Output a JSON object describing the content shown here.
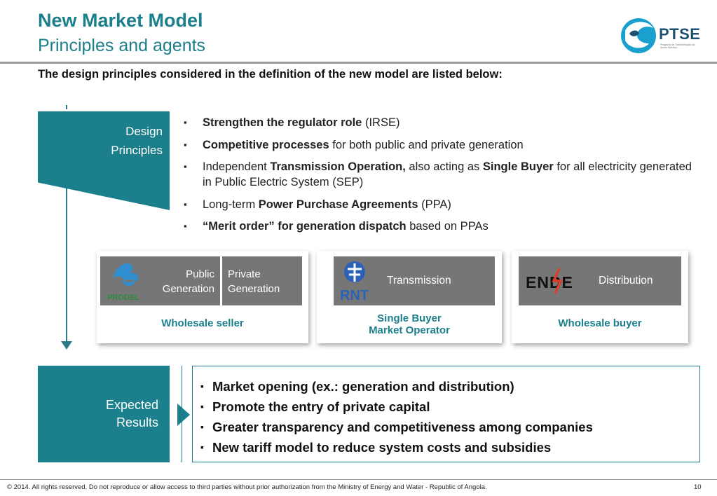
{
  "title": {
    "main": "New Market Model",
    "sub": "Principles and agents"
  },
  "logo": {
    "word": "PTSE",
    "tagline": "Programa de Transformação do Sector Eléctrico",
    "icon": "ptse-logo-icon"
  },
  "intro": "The design principles considered in the definition of the new model are listed below:",
  "design": {
    "label_line1": "Design",
    "label_line2": "Principles",
    "principles": [
      {
        "bold": "Strengthen the regulator role",
        "rest": " (IRSE)"
      },
      {
        "bold": "Competitive processes",
        "rest": " for both public and private generation"
      },
      {
        "pre": "Independent ",
        "bold": "Transmission Operation,",
        "mid": " also acting as ",
        "bold2": "Single Buyer",
        "rest": " for all electricity generated in Public Electric System (SEP)"
      },
      {
        "pre": "Long-term ",
        "bold": "Power Purchase Agreements",
        "rest": " (PPA)"
      },
      {
        "bold": "“Merit order” for generation dispatch",
        "rest": " based on PPAs"
      }
    ]
  },
  "agents": {
    "seller": {
      "public_line1": "Public",
      "public_line2": "Generation",
      "private_line1": "Private",
      "private_line2": "Generation",
      "logo_text": "PRODEL",
      "caption": "Wholesale seller"
    },
    "transmission": {
      "label": "Transmission",
      "logo_text": "RNT",
      "caption_line1": "Single Buyer",
      "caption_line2": "Market Operator"
    },
    "distribution": {
      "label": "Distribution",
      "logo_text": "ENDE",
      "caption": "Wholesale buyer"
    }
  },
  "expected": {
    "label_line1": "Expected",
    "label_line2": "Results",
    "results": [
      "Market opening (ex.: generation and distribution)",
      "Promote the entry of private capital",
      "Greater transparency and competitiveness among companies",
      "New tariff model to reduce system costs and subsidies"
    ]
  },
  "footer": {
    "copyright": "© 2014. All rights reserved. Do not reproduce or allow access to third parties without prior authorization from the Ministry of Energy and Water - Republic of Angola.",
    "page": "10"
  },
  "colors": {
    "accent": "#1b7f8c",
    "gray_box": "#767676",
    "logo_blue": "#1d4f6e",
    "ende_red": "#d9402b"
  }
}
